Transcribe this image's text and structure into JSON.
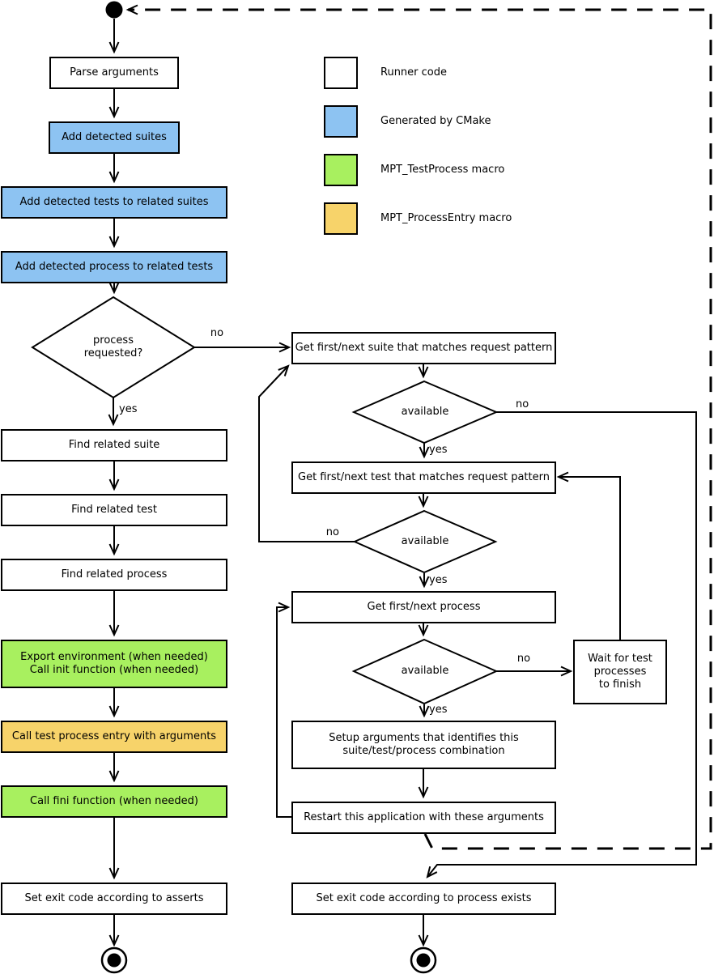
{
  "legend": {
    "items": [
      {
        "name": "runner-code",
        "label": "Runner code",
        "color": "#FFFFFF"
      },
      {
        "name": "generated-by-cmake",
        "label": "Generated by CMake",
        "color": "#8DC3F2"
      },
      {
        "name": "mpt-testprocess",
        "label": "MPT_TestProcess macro",
        "color": "#A8F05F"
      },
      {
        "name": "mpt-processentry",
        "label": "MPT_ProcessEntry macro",
        "color": "#F7D36A"
      }
    ]
  },
  "left_flow": {
    "parse_arguments": {
      "label": "Parse arguments"
    },
    "add_detected_suites": {
      "label": "Add detected suites"
    },
    "add_detected_tests": {
      "label": "Add detected tests to related suites"
    },
    "add_detected_process": {
      "label": "Add detected process to related tests"
    },
    "process_requested": {
      "line1": "process",
      "line2": "requested?"
    },
    "find_related_suite": {
      "label": "Find related suite"
    },
    "find_related_test": {
      "label": "Find related test"
    },
    "find_related_process": {
      "label": "Find related process"
    },
    "export_environment": {
      "line1": "Export environment (when needed)",
      "line2": "Call init function (when needed)"
    },
    "call_test_process_entry": {
      "label": "Call test process entry with arguments"
    },
    "call_fini_function": {
      "label": "Call fini function (when needed)"
    },
    "set_exit_code_asserts": {
      "label": "Set exit code according to asserts"
    }
  },
  "right_flow": {
    "get_next_suite": {
      "label": "Get first/next suite that matches request pattern"
    },
    "suite_available": {
      "label": "available"
    },
    "get_next_test": {
      "label": "Get first/next test that matches request pattern"
    },
    "test_available": {
      "label": "available"
    },
    "get_next_process": {
      "label": "Get first/next process"
    },
    "process_available": {
      "label": "available"
    },
    "wait_for_processes": {
      "line1": "Wait for test",
      "line2": "processes",
      "line3": "to finish"
    },
    "setup_arguments": {
      "line1": "Setup arguments that identifies this",
      "line2": "suite/test/process combination"
    },
    "restart_application": {
      "label": "Restart this application with these arguments"
    },
    "set_exit_code_process": {
      "label": "Set exit code according to process exists"
    }
  },
  "edge_labels": {
    "yes": "yes",
    "no": "no"
  }
}
